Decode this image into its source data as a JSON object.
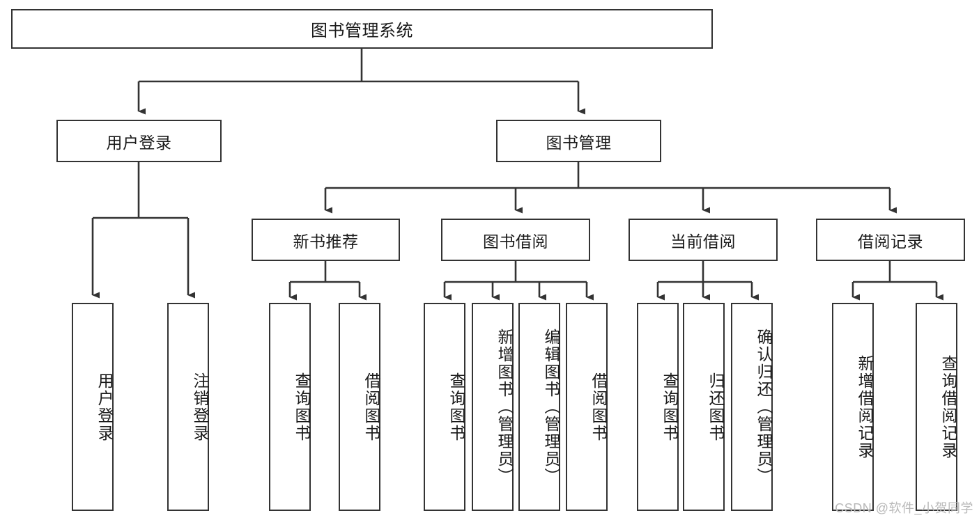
{
  "diagram": {
    "title": "图书管理系统",
    "type": "hierarchy-tree",
    "watermark": "CSDN @软件_小贺同学",
    "colors": {
      "node_border": "#333333",
      "node_fill": "#ffffff",
      "connector": "#333333",
      "text": "#1a1a1a",
      "watermark": "#b9b9b9",
      "background": "#ffffff"
    },
    "levels": {
      "root": {
        "label": "图书管理系统"
      },
      "level2": [
        {
          "id": "user-login",
          "label": "用户登录"
        },
        {
          "id": "book-management",
          "label": "图书管理"
        }
      ],
      "level3": [
        {
          "id": "new-book-recommend",
          "label": "新书推荐",
          "parent": "book-management"
        },
        {
          "id": "book-borrow",
          "label": "图书借阅",
          "parent": "book-management"
        },
        {
          "id": "current-borrow",
          "label": "当前借阅",
          "parent": "book-management"
        },
        {
          "id": "borrow-record",
          "label": "借阅记录",
          "parent": "book-management"
        }
      ],
      "leaves": [
        {
          "id": "leaf-user-login",
          "label": "用户登录",
          "parent": "user-login"
        },
        {
          "id": "leaf-logout-login",
          "label": "注销登录",
          "parent": "user-login"
        },
        {
          "id": "leaf-query-book-1",
          "label": "查询图书",
          "parent": "new-book-recommend"
        },
        {
          "id": "leaf-borrow-book-1",
          "label": "借阅图书",
          "parent": "new-book-recommend"
        },
        {
          "id": "leaf-query-book-2",
          "label": "查询图书",
          "parent": "book-borrow"
        },
        {
          "id": "leaf-add-book",
          "label": "新增图书（管理员）",
          "parent": "book-borrow"
        },
        {
          "id": "leaf-edit-book",
          "label": "编辑图书（管理员）",
          "parent": "book-borrow"
        },
        {
          "id": "leaf-borrow-book-2",
          "label": "借阅图书",
          "parent": "book-borrow"
        },
        {
          "id": "leaf-query-book-3",
          "label": "查询图书",
          "parent": "current-borrow"
        },
        {
          "id": "leaf-return-book",
          "label": "归还图书",
          "parent": "current-borrow"
        },
        {
          "id": "leaf-confirm-return",
          "label": "确认归还（管理员）",
          "parent": "current-borrow"
        },
        {
          "id": "leaf-add-record",
          "label": "新增借阅记录",
          "parent": "borrow-record"
        },
        {
          "id": "leaf-query-record",
          "label": "查询借阅记录",
          "parent": "borrow-record"
        }
      ]
    }
  }
}
